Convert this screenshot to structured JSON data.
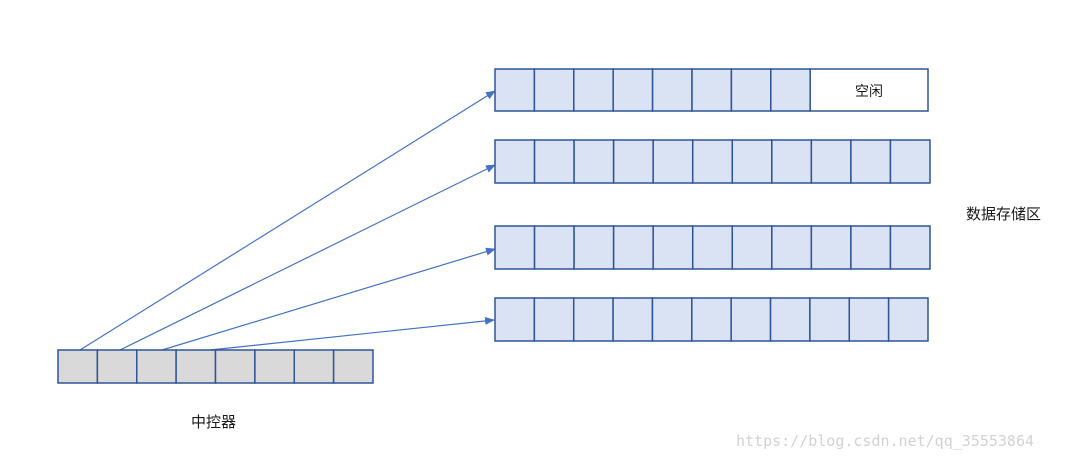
{
  "labels": {
    "data_area": "数据存储区",
    "controller": "中控器",
    "free": "空闲"
  },
  "watermark": "https://blog.csdn.net/qq_35553864",
  "colors": {
    "data_cell_fill": "#dae3f3",
    "controller_cell_fill": "#d9d9d9",
    "free_cell_fill": "#ffffff",
    "stroke": "#2f5597",
    "arrow": "#4472c4"
  },
  "controller": {
    "cells": 8
  },
  "data_rows": [
    {
      "filled_cells": 8,
      "has_free": true
    },
    {
      "filled_cells": 11,
      "has_free": false
    },
    {
      "filled_cells": 11,
      "has_free": false
    },
    {
      "filled_cells": 11,
      "has_free": false
    }
  ]
}
